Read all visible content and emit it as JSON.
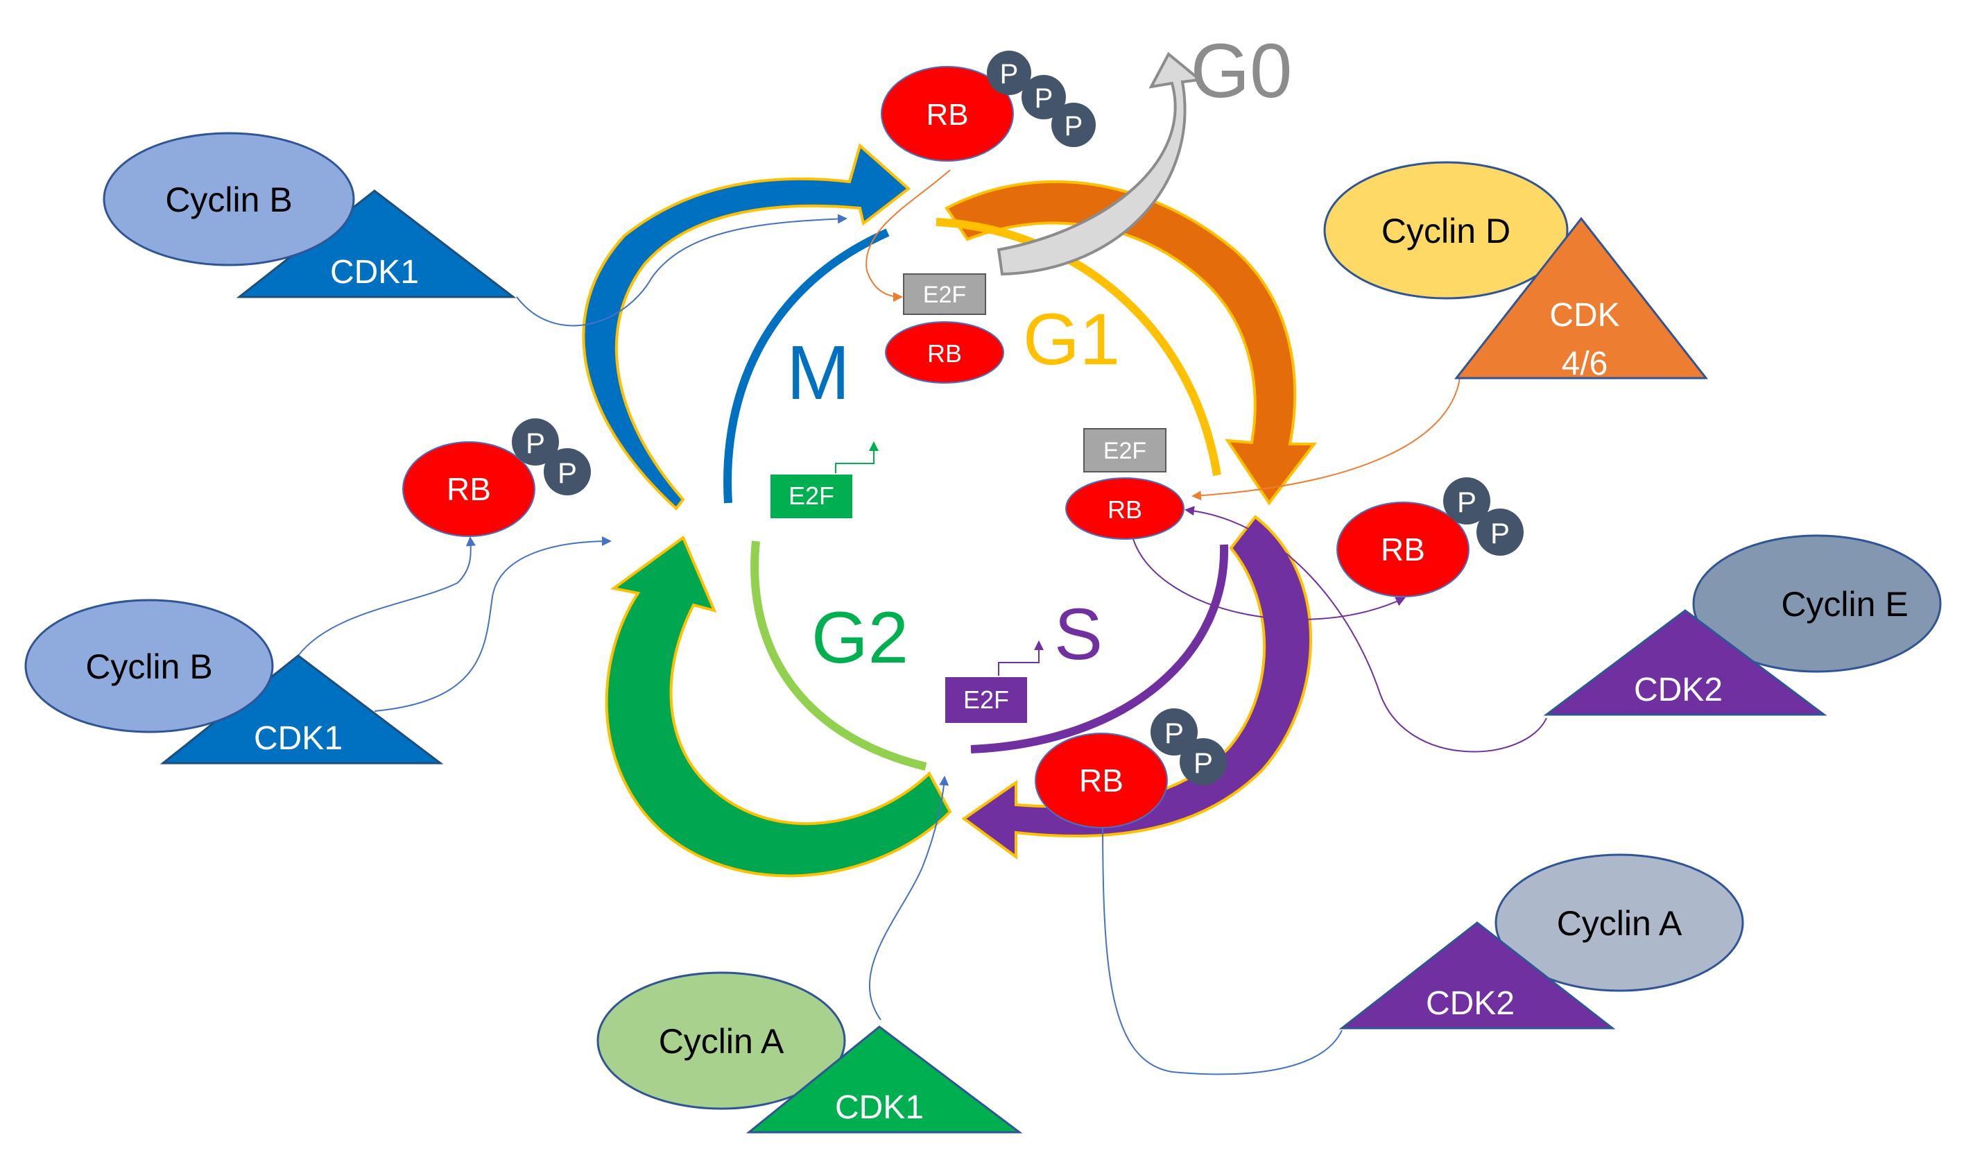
{
  "phases": {
    "m": {
      "label": "M",
      "color": "#0070c0"
    },
    "g1": {
      "label": "G1",
      "color": "#ffc000"
    },
    "s": {
      "label": "S",
      "color": "#7030a0"
    },
    "g2": {
      "label": "G2",
      "color": "#00b050"
    },
    "g0": {
      "label": "G0",
      "color": "#8c8c8c"
    }
  },
  "labels": {
    "rb": "RB",
    "e2f": "E2F",
    "p": "P",
    "cyclin_b": "Cyclin B",
    "cyclin_d": "Cyclin D",
    "cyclin_e": "Cyclin E",
    "cyclin_a": "Cyclin A",
    "cdk1": "CDK1",
    "cdk2": "CDK2",
    "cdk46_line1": "CDK",
    "cdk46_line2": "4/6"
  },
  "colors": {
    "rb_red": "#ff0000",
    "phosphate": "#44546a",
    "e2f_gray": "#a6a6a6",
    "e2f_green": "#00b050",
    "e2f_purple": "#7030a0",
    "cyclin_b_fill": "#8faadc",
    "cyclin_d_fill": "#ffd966",
    "cyclin_e_fill": "#8497b0",
    "cyclin_a_top_fill": "#adb9ca",
    "cyclin_a_green_fill": "#a9d18e",
    "cdk1_blue": "#0070c0",
    "cdk1_green": "#00b050",
    "cdk2_purple": "#7030a0",
    "cdk46_orange": "#ed7d31",
    "outline_orange": "#ffc000"
  }
}
